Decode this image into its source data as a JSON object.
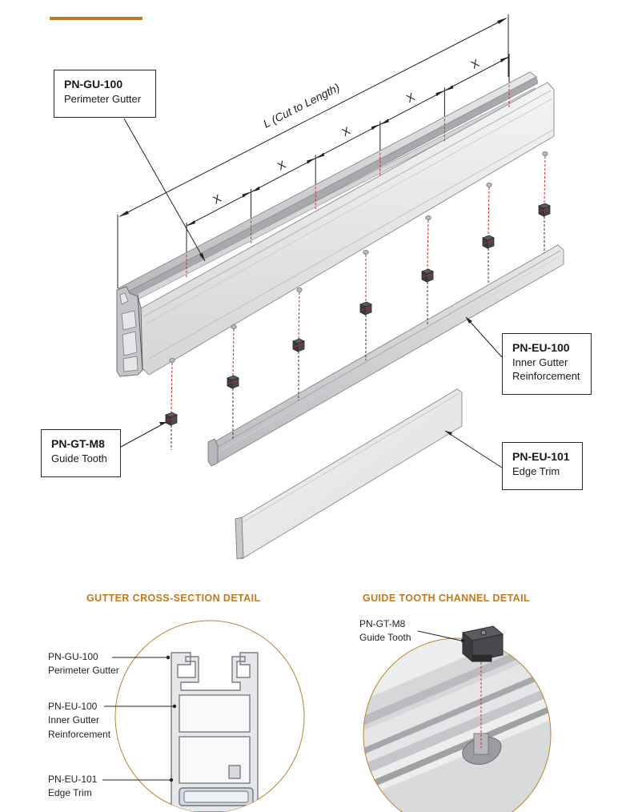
{
  "header_accent_color": "#b97a24",
  "dimension": {
    "length_label": "L (Cut to Length)",
    "spacing_label": "X",
    "spacing_count": 5
  },
  "callouts": {
    "gutter": {
      "part": "PN-GU-100",
      "desc": "Perimeter Gutter"
    },
    "inner_reinforcement": {
      "part": "PN-EU-100",
      "desc_line1": "Inner Gutter",
      "desc_line2": "Reinforcement"
    },
    "guide_tooth": {
      "part": "PN-GT-M8",
      "desc": "Guide Tooth"
    },
    "edge_trim": {
      "part": "PN-EU-101",
      "desc": "Edge Trim"
    }
  },
  "cross_section": {
    "title": "GUTTER CROSS-SECTION DETAIL",
    "labels": [
      {
        "part": "PN-GU-100",
        "desc_line1": "Perimeter Gutter",
        "desc_line2": ""
      },
      {
        "part": "PN-EU-100",
        "desc_line1": "Inner Gutter",
        "desc_line2": "Reinforcement"
      },
      {
        "part": "PN-EU-101",
        "desc_line1": "Edge Trim",
        "desc_line2": ""
      }
    ]
  },
  "channel_detail": {
    "title": "GUIDE TOOTH CHANNEL DETAIL",
    "part": "PN-GT-M8",
    "desc": "Guide Tooth"
  },
  "colors": {
    "accent": "#c07a1e",
    "aluminium_light": "#e9e9ea",
    "aluminium_mid": "#c9cacc",
    "aluminium_dark": "#8e9094",
    "alignment_red": "#d8262b",
    "tooth_dark": "#3a3b3e"
  }
}
